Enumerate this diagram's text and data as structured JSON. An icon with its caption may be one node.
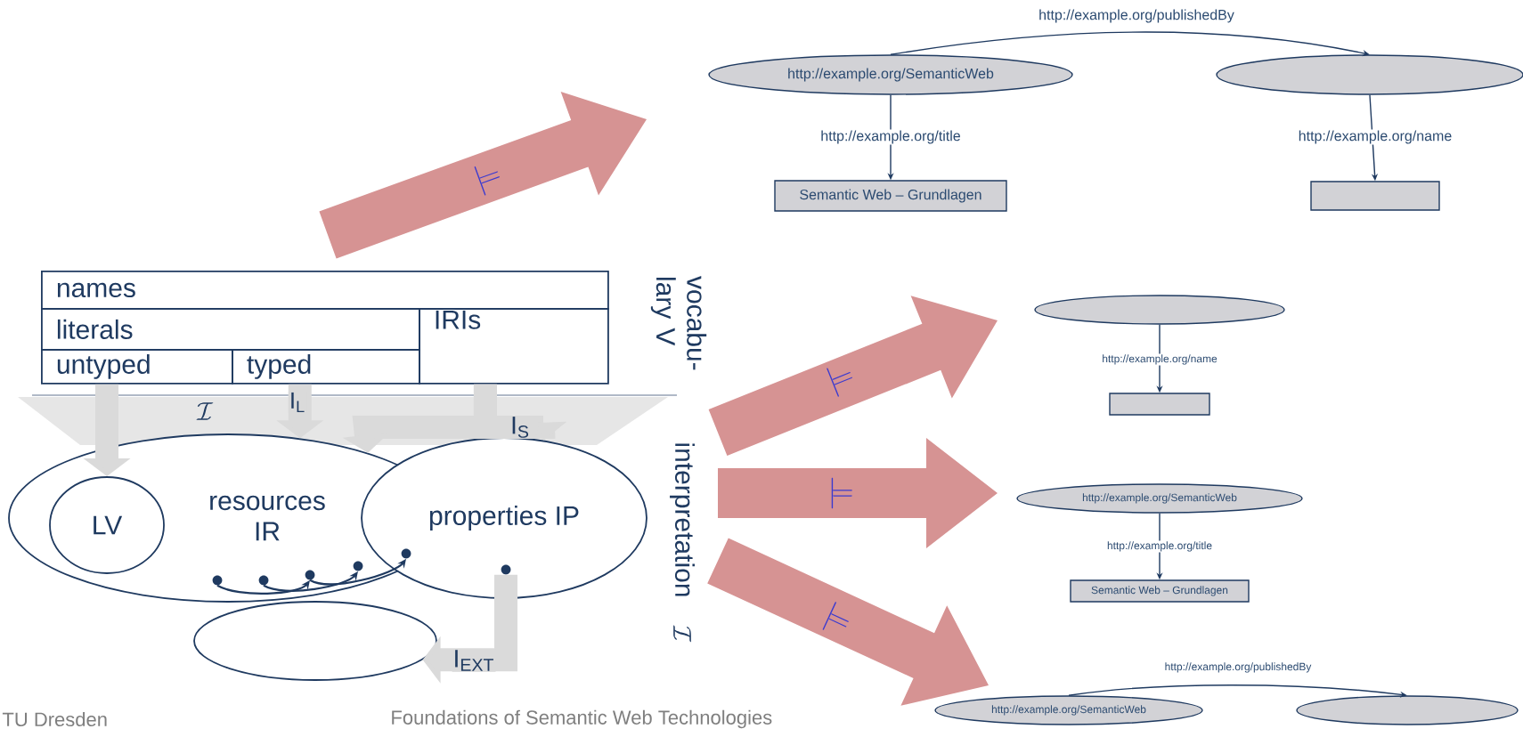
{
  "diagram": {
    "nodes": [
      {
        "text": [
          "names"
        ]
      },
      {
        "text": [
          "literals"
        ]
      },
      {
        "text": [
          "IRIs"
        ]
      },
      {
        "text": [
          "untyped"
        ]
      },
      {
        "text": [
          "typed"
        ]
      },
      {
        "text": [
          "resources IR"
        ]
      },
      {
        "text": [
          "LV"
        ],
        "in": 5
      },
      {
        "text": [
          "properties IP"
        ]
      },
      {
        "text": [],
        "shape": "ellipse"
      },
      {
        "text": [
          "http://example.org/SemanticWeb"
        ]
      },
      {
        "text": [],
        "shape": "ellipse"
      },
      {
        "text": [
          "Semantic Web – Grundlagen"
        ]
      },
      {
        "text": [],
        "shape": "box"
      },
      {
        "text": [],
        "shape": "ellipse"
      },
      {
        "text": [],
        "shape": "box"
      },
      {
        "text": [
          "http://example.org/SemanticWeb"
        ]
      },
      {
        "text": [
          "Semantic Web – Grundlagen"
        ]
      },
      {
        "text": [
          "http://example.org/SemanticWeb"
        ]
      },
      {
        "text": [],
        "shape": "ellipse"
      },
      {
        "text": [],
        "shape": "dot",
        "in": 5
      },
      {
        "text": [],
        "shape": "dot",
        "in": 5
      },
      {
        "text": [],
        "shape": "dot",
        "in": 5
      },
      {
        "text": [],
        "shape": "dot",
        "in": 5
      },
      {
        "text": [],
        "shape": "dot"
      },
      {
        "text": [],
        "shape": "dot",
        "in": 7
      }
    ],
    "edges": [
      {
        "from": 3,
        "to": 6,
        "arrow": "to",
        "style": "thick",
        "color": "#dadada"
      },
      {
        "from": 4,
        "to": 5,
        "arrow": "to",
        "label": "I$_{L}$",
        "style": "thick",
        "color": "#dadada"
      },
      {
        "from": 2,
        "to": 5,
        "arrow": "to",
        "style": "thick",
        "color": "#dadada"
      },
      {
        "from": 2,
        "to": 7,
        "arrow": "to",
        "label": "I$_{S}$",
        "style": "thick",
        "color": "#dadada"
      },
      {
        "from": 24,
        "to": 8,
        "arrow": "to",
        "label": "I$_{EXT}$",
        "style": "thick",
        "color": "#dadada"
      },
      {
        "from": 9,
        "to": 10,
        "arrow": "to",
        "label": "http://example.org/publishedBy"
      },
      {
        "from": 9,
        "to": 11,
        "arrow": "to",
        "label": "http://example.org/title"
      },
      {
        "from": 10,
        "to": 12,
        "arrow": "to",
        "label": "http://example.org/name"
      },
      {
        "from": 13,
        "to": 14,
        "arrow": "to",
        "label": "http://example.org/name"
      },
      {
        "from": 15,
        "to": 16,
        "arrow": "to",
        "label": "http://example.org/title"
      },
      {
        "from": 17,
        "to": 18,
        "arrow": "to",
        "label": "http://example.org/publishedBy"
      },
      {
        "from": 19,
        "to": 21,
        "arrow": "to"
      },
      {
        "from": 20,
        "to": 22,
        "arrow": "to"
      },
      {
        "from": 21,
        "to": 23,
        "arrow": "to"
      }
    ],
    "labels": [
      "\\models",
      "vocabu-lary V",
      "\\models",
      "\\mathcal{I}",
      "interpretation",
      "\\mathcal{I}",
      "\\models",
      "\\models",
      "TU Dresden",
      "Foundations of Semantic Web Technologies"
    ]
  }
}
